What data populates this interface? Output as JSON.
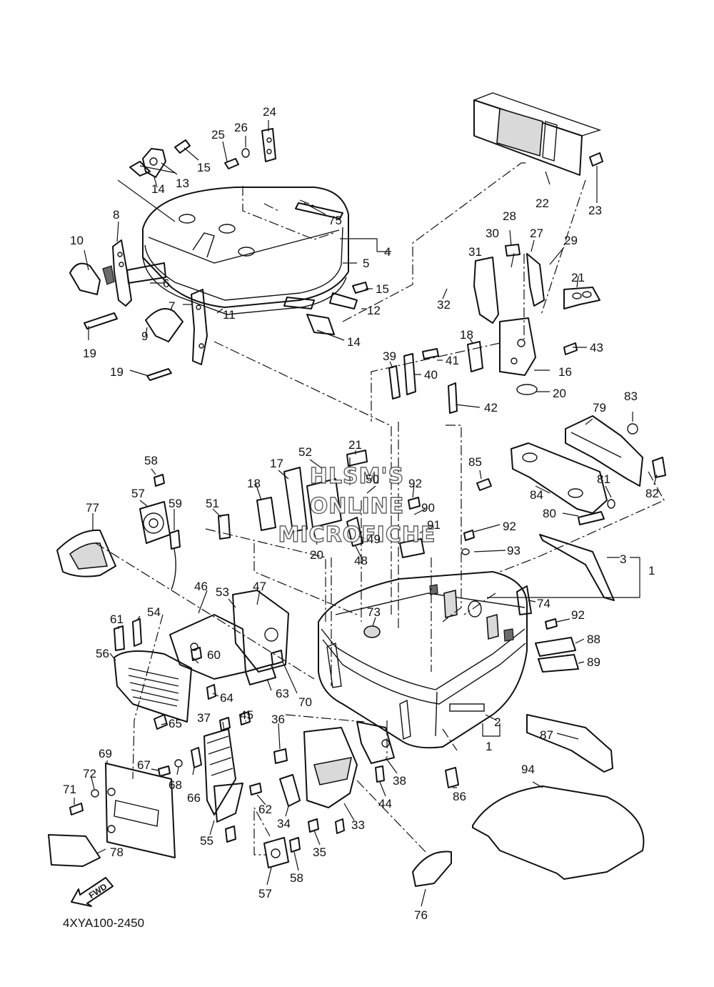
{
  "diagram_code": "4XYA100-2450",
  "fwd_label": "FWD",
  "watermark": {
    "line1": "HLSM'S",
    "line2": "ONLINE",
    "line3": "MICROFICHE"
  },
  "callouts": [
    {
      "id": "c24",
      "text": "24"
    },
    {
      "id": "c26",
      "text": "26"
    },
    {
      "id": "c25",
      "text": "25"
    },
    {
      "id": "c15a",
      "text": "15"
    },
    {
      "id": "c13",
      "text": "13"
    },
    {
      "id": "c14a",
      "text": "14"
    },
    {
      "id": "c75",
      "text": "75"
    },
    {
      "id": "c4",
      "text": "4"
    },
    {
      "id": "c5",
      "text": "5"
    },
    {
      "id": "c8",
      "text": "8"
    },
    {
      "id": "c10",
      "text": "10"
    },
    {
      "id": "c6",
      "text": "6"
    },
    {
      "id": "c15b",
      "text": "15"
    },
    {
      "id": "c7",
      "text": "7"
    },
    {
      "id": "c12",
      "text": "12"
    },
    {
      "id": "c11",
      "text": "11"
    },
    {
      "id": "c14b",
      "text": "14"
    },
    {
      "id": "c9",
      "text": "9"
    },
    {
      "id": "c19a",
      "text": "19"
    },
    {
      "id": "c19b",
      "text": "19"
    },
    {
      "id": "c22",
      "text": "22"
    },
    {
      "id": "c23",
      "text": "23"
    },
    {
      "id": "c28",
      "text": "28"
    },
    {
      "id": "c27",
      "text": "27"
    },
    {
      "id": "c30",
      "text": "30"
    },
    {
      "id": "c29",
      "text": "29"
    },
    {
      "id": "c31",
      "text": "31"
    },
    {
      "id": "c32",
      "text": "32"
    },
    {
      "id": "c21a",
      "text": "21"
    },
    {
      "id": "c18a",
      "text": "18"
    },
    {
      "id": "c43",
      "text": "43"
    },
    {
      "id": "c39",
      "text": "39"
    },
    {
      "id": "c41",
      "text": "41"
    },
    {
      "id": "c40",
      "text": "40"
    },
    {
      "id": "c16",
      "text": "16"
    },
    {
      "id": "c20a",
      "text": "20"
    },
    {
      "id": "c42",
      "text": "42"
    },
    {
      "id": "c83",
      "text": "83"
    },
    {
      "id": "c79",
      "text": "79"
    },
    {
      "id": "c85",
      "text": "85"
    },
    {
      "id": "c81",
      "text": "81"
    },
    {
      "id": "c84",
      "text": "84"
    },
    {
      "id": "c82",
      "text": "82"
    },
    {
      "id": "c80",
      "text": "80"
    },
    {
      "id": "c58a",
      "text": "58"
    },
    {
      "id": "c57a",
      "text": "57"
    },
    {
      "id": "c59",
      "text": "59"
    },
    {
      "id": "c77",
      "text": "77"
    },
    {
      "id": "c52",
      "text": "52"
    },
    {
      "id": "c21b",
      "text": "21"
    },
    {
      "id": "c17",
      "text": "17"
    },
    {
      "id": "c18b",
      "text": "18"
    },
    {
      "id": "c51",
      "text": "51"
    },
    {
      "id": "c50",
      "text": "50"
    },
    {
      "id": "c92a",
      "text": "92"
    },
    {
      "id": "c90",
      "text": "90"
    },
    {
      "id": "c91",
      "text": "91"
    },
    {
      "id": "c49",
      "text": "49"
    },
    {
      "id": "c20b",
      "text": "20"
    },
    {
      "id": "c48",
      "text": "48"
    },
    {
      "id": "c92b",
      "text": "92"
    },
    {
      "id": "c93",
      "text": "93"
    },
    {
      "id": "c3",
      "text": "3"
    },
    {
      "id": "c1a",
      "text": "1"
    },
    {
      "id": "c46",
      "text": "46"
    },
    {
      "id": "c53",
      "text": "53"
    },
    {
      "id": "c47",
      "text": "47"
    },
    {
      "id": "c61",
      "text": "61"
    },
    {
      "id": "c54",
      "text": "54"
    },
    {
      "id": "c73",
      "text": "73"
    },
    {
      "id": "c74",
      "text": "74"
    },
    {
      "id": "c92c",
      "text": "92"
    },
    {
      "id": "c88",
      "text": "88"
    },
    {
      "id": "c89",
      "text": "89"
    },
    {
      "id": "c56",
      "text": "56"
    },
    {
      "id": "c60",
      "text": "60"
    },
    {
      "id": "c64",
      "text": "64"
    },
    {
      "id": "c63",
      "text": "63"
    },
    {
      "id": "c70",
      "text": "70"
    },
    {
      "id": "c2",
      "text": "2"
    },
    {
      "id": "c1b",
      "text": "1"
    },
    {
      "id": "c87",
      "text": "87"
    },
    {
      "id": "c37",
      "text": "37"
    },
    {
      "id": "c45",
      "text": "45"
    },
    {
      "id": "c36",
      "text": "36"
    },
    {
      "id": "c65",
      "text": "65"
    },
    {
      "id": "c69",
      "text": "69"
    },
    {
      "id": "c67",
      "text": "67"
    },
    {
      "id": "c68",
      "text": "68"
    },
    {
      "id": "c72",
      "text": "72"
    },
    {
      "id": "c66",
      "text": "66"
    },
    {
      "id": "c38",
      "text": "38"
    },
    {
      "id": "c44",
      "text": "44"
    },
    {
      "id": "c86",
      "text": "86"
    },
    {
      "id": "c94",
      "text": "94"
    },
    {
      "id": "c71",
      "text": "71"
    },
    {
      "id": "c62",
      "text": "62"
    },
    {
      "id": "c34",
      "text": "34"
    },
    {
      "id": "c33",
      "text": "33"
    },
    {
      "id": "c55",
      "text": "55"
    },
    {
      "id": "c35",
      "text": "35"
    },
    {
      "id": "c78",
      "text": "78"
    },
    {
      "id": "c58b",
      "text": "58"
    },
    {
      "id": "c57b",
      "text": "57"
    },
    {
      "id": "c76",
      "text": "76"
    }
  ]
}
